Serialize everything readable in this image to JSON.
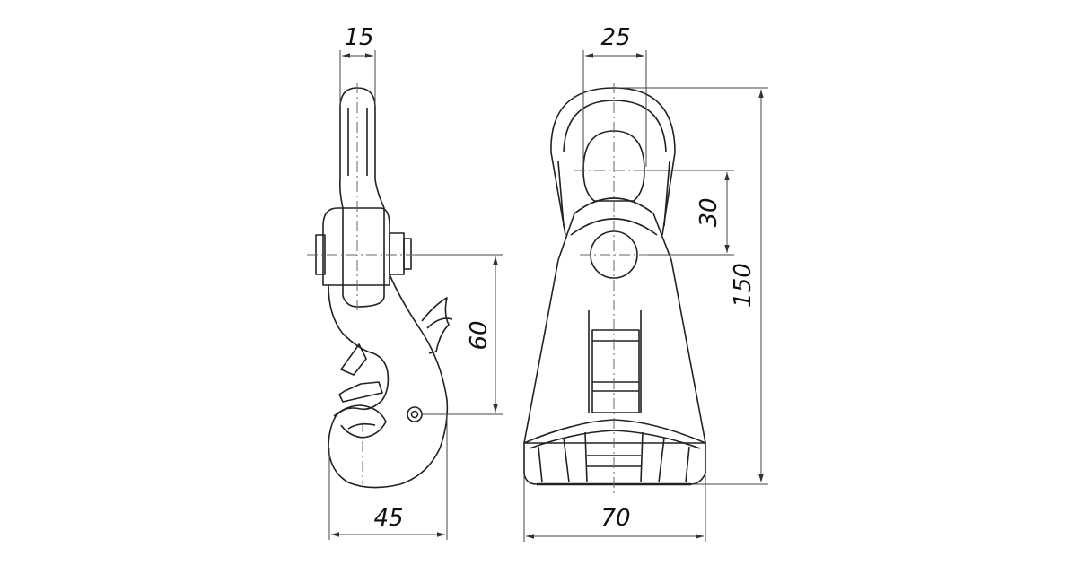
{
  "colors": {
    "ink": "#1a1a1a",
    "line": "#333333",
    "dim": "#555555",
    "background": "#ffffff"
  },
  "dimensions": {
    "side_top_width": "15",
    "side_hook_height": "60",
    "side_bottom_width": "45",
    "front_top_width": "25",
    "front_eye_height": "30",
    "front_total_height": "150",
    "front_bottom_width": "70"
  }
}
